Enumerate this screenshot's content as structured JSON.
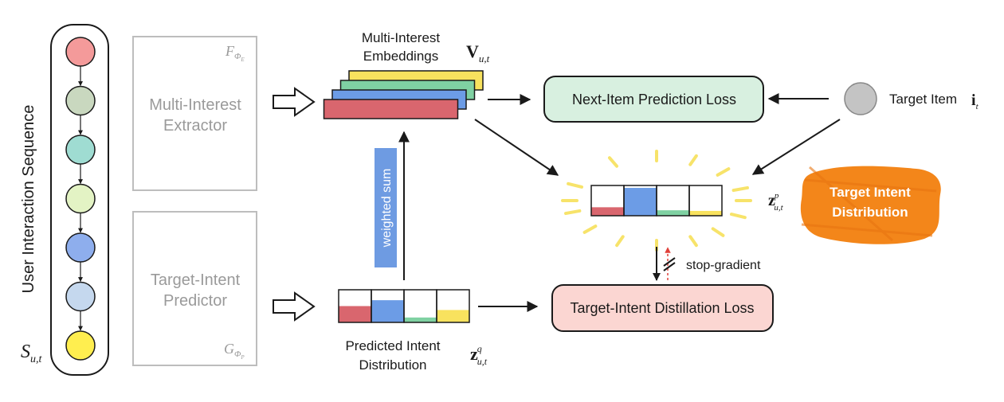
{
  "colors": {
    "seq_nodes": [
      "#f49a9a",
      "#c9d8bf",
      "#9fdcd2",
      "#e3f3c4",
      "#8eaeed",
      "#c5d8ee",
      "#ffee4f"
    ],
    "embedding_layers": [
      "#f8e25e",
      "#7fd1a2",
      "#6c9ce6",
      "#d9666e"
    ],
    "dist_fills": [
      "#d9666e",
      "#6c9ce6",
      "#7fd1a2",
      "#f8e25e"
    ],
    "next_item_box": "#d8f0e0",
    "distill_box": "#fbd6d2",
    "weighted_sum_bar": "#6e9be2",
    "target_item_circle": "#c4c4c4",
    "sunburst": "#f7e36a",
    "target_intent_badge": "#f3861a"
  },
  "sequence": {
    "label": "User Interaction Sequence",
    "symbol": "S",
    "symbol_sub": "u,t"
  },
  "extractor": {
    "line1": "Multi-Interest",
    "line2": "Extractor",
    "symbol": "F",
    "symbol_sub": "Φ",
    "symbol_subsub": "E"
  },
  "predictor": {
    "line1": "Target-Intent",
    "line2": "Predictor",
    "symbol": "G",
    "symbol_sub": "Φ",
    "symbol_subsub": "P"
  },
  "embeddings": {
    "line1": "Multi-Interest",
    "line2": "Embeddings",
    "symbol": "V",
    "symbol_sub": "u,t"
  },
  "weighted_sum": "weighted sum",
  "predicted_dist": {
    "line1": "Predicted Intent",
    "line2": "Distribution",
    "symbol": "z",
    "symbol_sup": "q",
    "symbol_sub": "u,t",
    "fills": [
      0.5,
      0.68,
      0.15,
      0.38
    ]
  },
  "target_dist": {
    "symbol": "z",
    "symbol_sup": "p",
    "symbol_sub": "u,t",
    "fills": [
      0.28,
      0.92,
      0.18,
      0.16
    ]
  },
  "badge": {
    "line1": "Target Intent",
    "line2": "Distribution"
  },
  "next_item_loss": "Next-Item Prediction Loss",
  "distill_loss": "Target-Intent Distillation Loss",
  "target_item": {
    "label": "Target Item",
    "symbol": "i",
    "symbol_sub": "t"
  },
  "stop_gradient": "stop-gradient"
}
